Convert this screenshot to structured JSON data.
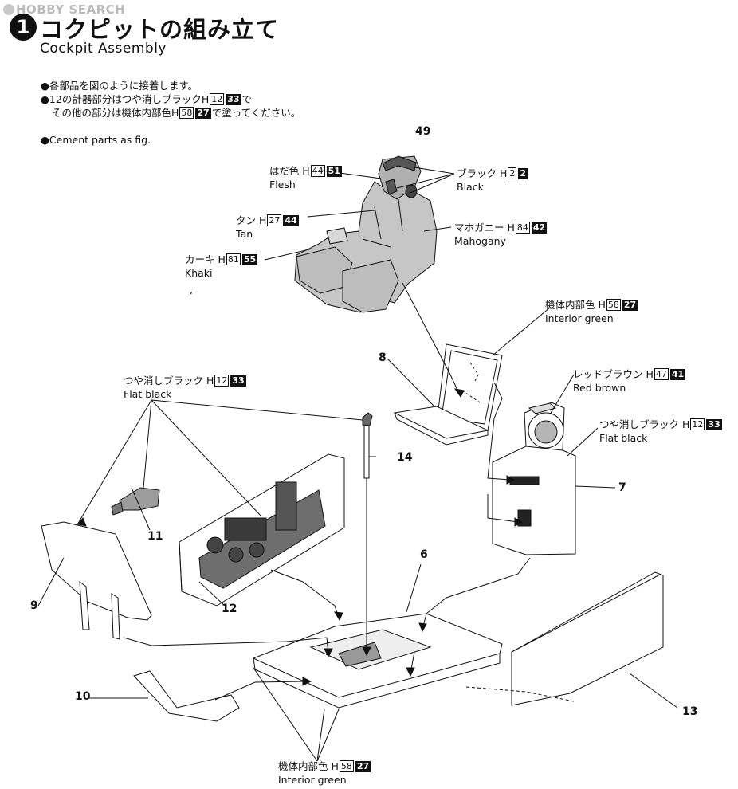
{
  "watermark": "HOBBY SEARCH",
  "header": {
    "step_number": "1",
    "title_jp": "コクピットの組み立て",
    "title_en": "Cockpit Assembly"
  },
  "notes": {
    "n1": "●各部品を図のように接着します。",
    "n2_prefix": "●12の計器部分はつや消しブラックH",
    "n2_box": "12",
    "n2_fill": "33",
    "n2_suffix": "で",
    "n3_prefix": "その他の部分は機体内部色H",
    "n3_box": "58",
    "n3_fill": "27",
    "n3_suffix": "で塗ってください。",
    "n4": "●Cement parts as fig."
  },
  "colors": [
    {
      "id": "flesh",
      "jp": "はだ色 H",
      "box": "44",
      "fill": "51",
      "en": "Flesh"
    },
    {
      "id": "black",
      "jp": "ブラック H",
      "box": "2",
      "fill": "2",
      "en": "Black"
    },
    {
      "id": "tan",
      "jp": "タン H",
      "box": "27",
      "fill": "44",
      "en": "Tan"
    },
    {
      "id": "mahogany",
      "jp": "マホガニー H",
      "box": "84",
      "fill": "42",
      "en": "Mahogany"
    },
    {
      "id": "khaki",
      "jp": "カーキ H",
      "box": "81",
      "fill": "55",
      "en": "Khaki"
    },
    {
      "id": "interior-top",
      "jp": "機体内部色 H",
      "box": "58",
      "fill": "27",
      "en": "Interior green"
    },
    {
      "id": "red-brown",
      "jp": "レッドブラウン H",
      "box": "47",
      "fill": "41",
      "en": "Red brown"
    },
    {
      "id": "flat-black-right",
      "jp": "つや消しブラック H",
      "box": "12",
      "fill": "33",
      "en": "Flat black"
    },
    {
      "id": "flat-black-left",
      "jp": "つや消しブラック H",
      "box": "12",
      "fill": "33",
      "en": "Flat black"
    },
    {
      "id": "interior-bottom",
      "jp": "機体内部色 H",
      "box": "58",
      "fill": "27",
      "en": "Interior green"
    }
  ],
  "parts": {
    "p49": "49",
    "p8": "8",
    "p14": "14",
    "p7": "7",
    "p11": "11",
    "p9": "9",
    "p12": "12",
    "p6": "6",
    "p10": "10",
    "p13": "13"
  },
  "stray_mark": "ʻ"
}
